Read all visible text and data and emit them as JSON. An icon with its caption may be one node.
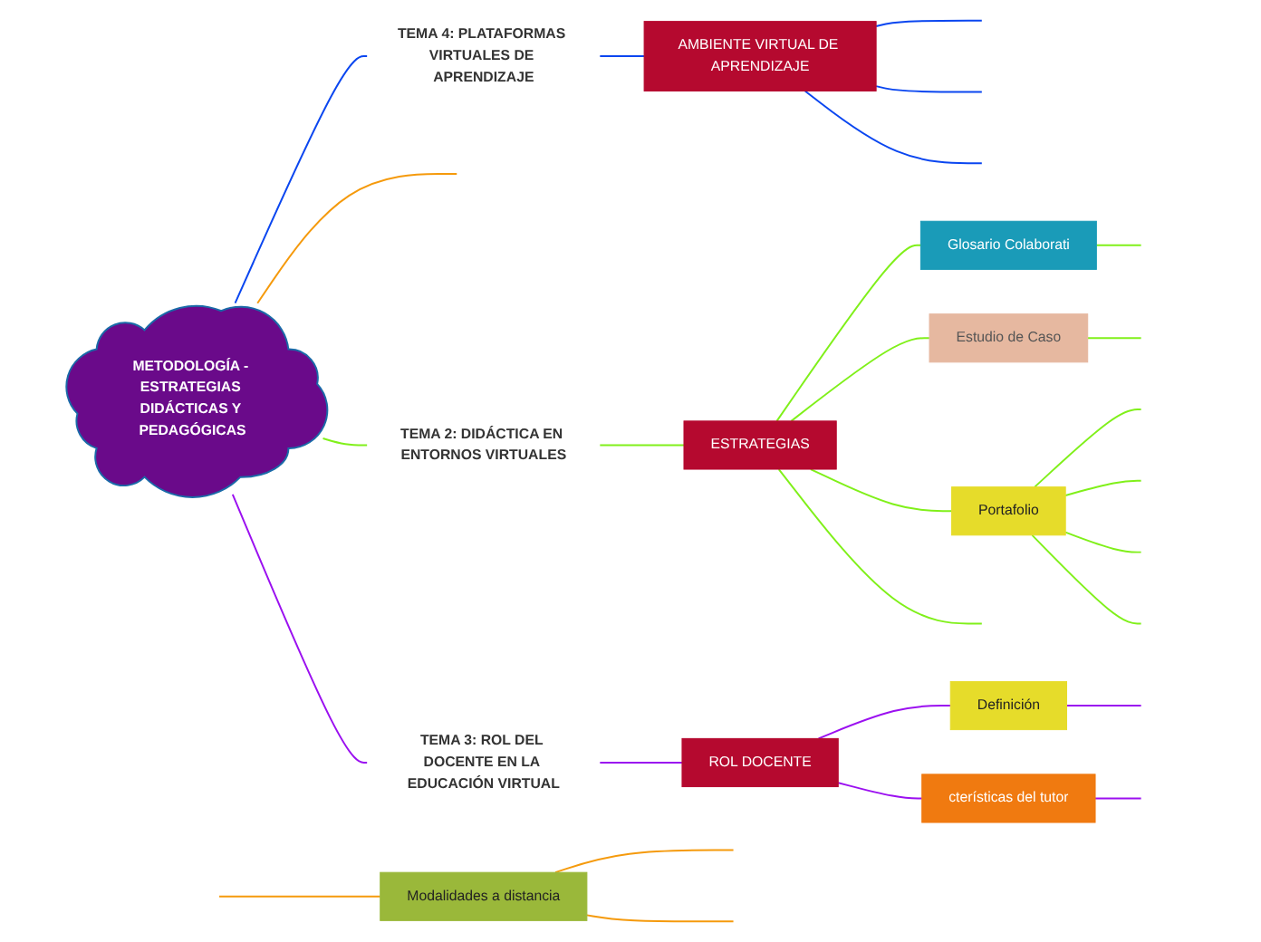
{
  "diagram": {
    "nodes": [
      {
        "text": [
          "METODOLOGÍA - ESTRATEGIAS DIDÁCTICAS Y PEDAGÓGICAS"
        ]
      },
      {
        "text": [
          "TEMA 4: PLATAFORMAS VIRTUALES DE APRENDIZAJE"
        ]
      },
      {
        "text": [
          "AMBIENTE VIRTUAL DE APRENDIZAJE"
        ]
      },
      {
        "text": [
          "Modalidades a distancia"
        ]
      },
      {
        "text": [
          "Glosario Colaborati"
        ]
      },
      {
        "text": [
          "Estudio de Caso"
        ]
      },
      {
        "text": [
          "TEMA 2: DIDÁCTICA EN ENTORNOS VIRTUALES"
        ]
      },
      {
        "text": [
          "ESTRATEGIAS"
        ]
      },
      {
        "text": [
          "Portafolio"
        ]
      },
      {
        "text": [
          "Definición"
        ]
      },
      {
        "text": [
          "cterísticas del tutor"
        ]
      },
      {
        "text": [
          "ROL DOCENTE"
        ]
      },
      {
        "text": [
          "TEMA 3: ROL DEL DOCENTE EN LA EDUCACIÓN VIRTUAL"
        ]
      }
    ],
    "edges": [
      {
        "from": 0,
        "to": 1,
        "arrow": "none",
        "color": "#0a46f0"
      },
      {
        "from": 1,
        "to": 2,
        "arrow": "none",
        "color": "#0a46f0"
      },
      {
        "from": 2,
        "to": null,
        "arrow": "none",
        "color": "#0a46f0"
      },
      {
        "from": 2,
        "to": null,
        "arrow": "none",
        "color": "#0a46f0"
      },
      {
        "from": 2,
        "to": null,
        "arrow": "none",
        "color": "#0a46f0"
      },
      {
        "from": 0,
        "to": null,
        "arrow": "none",
        "color": "#f59a0c"
      },
      {
        "from": null,
        "to": 3,
        "arrow": "none",
        "color": "#f59a0c"
      },
      {
        "from": 3,
        "to": null,
        "arrow": "none",
        "color": "#f59a0c"
      },
      {
        "from": 3,
        "to": null,
        "arrow": "none",
        "color": "#f59a0c"
      },
      {
        "from": 0,
        "to": 6,
        "arrow": "none"
      },
      {
        "from": 6,
        "to": 7,
        "arrow": "none"
      },
      {
        "from": 7,
        "to": 4,
        "arrow": "none"
      },
      {
        "from": 7,
        "to": 5,
        "arrow": "none"
      },
      {
        "from": 7,
        "to": 8,
        "arrow": "none"
      },
      {
        "from": 7,
        "to": null,
        "arrow": "none"
      },
      {
        "from": 4,
        "to": null,
        "arrow": "none"
      },
      {
        "from": 5,
        "to": null,
        "arrow": "none"
      },
      {
        "from": 8,
        "to": null,
        "arrow": "none"
      },
      {
        "from": 8,
        "to": null,
        "arrow": "none"
      },
      {
        "from": 8,
        "to": null,
        "arrow": "none"
      },
      {
        "from": 8,
        "to": null,
        "arrow": "none"
      },
      {
        "from": 0,
        "to": 12,
        "arrow": "none",
        "color": "#9b10f0"
      },
      {
        "from": 12,
        "to": 11,
        "arrow": "none",
        "color": "#9b10f0"
      },
      {
        "from": 11,
        "to": 9,
        "arrow": "none",
        "color": "#9b10f0"
      },
      {
        "from": 11,
        "to": 10,
        "arrow": "none",
        "color": "#9b10f0"
      },
      {
        "from": 9,
        "to": null,
        "arrow": "none",
        "color": "#9b10f0"
      },
      {
        "from": 10,
        "to": null,
        "arrow": "none",
        "color": "#9b10f0"
      }
    ]
  }
}
